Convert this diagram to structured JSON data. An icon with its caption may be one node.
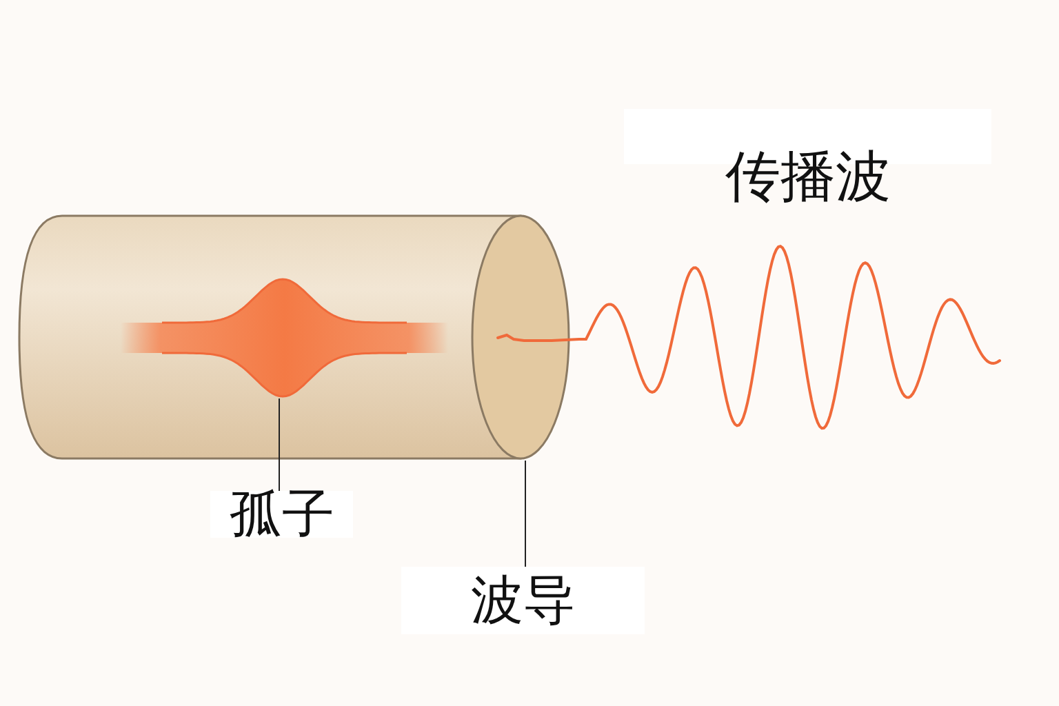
{
  "diagram": {
    "nodes": [
      {
        "text": [],
        "shape": "cylinder"
      },
      {
        "text": [],
        "shape": "picture",
        "in": 0
      },
      {
        "text": [
          "孤子"
        ]
      },
      {
        "text": [
          "波导"
        ]
      }
    ],
    "edges": [
      {
        "from": 2,
        "to": 1,
        "arrow": "none"
      },
      {
        "from": 3,
        "to": 0,
        "arrow": "none"
      }
    ],
    "labels": [
      "传播波"
    ]
  }
}
